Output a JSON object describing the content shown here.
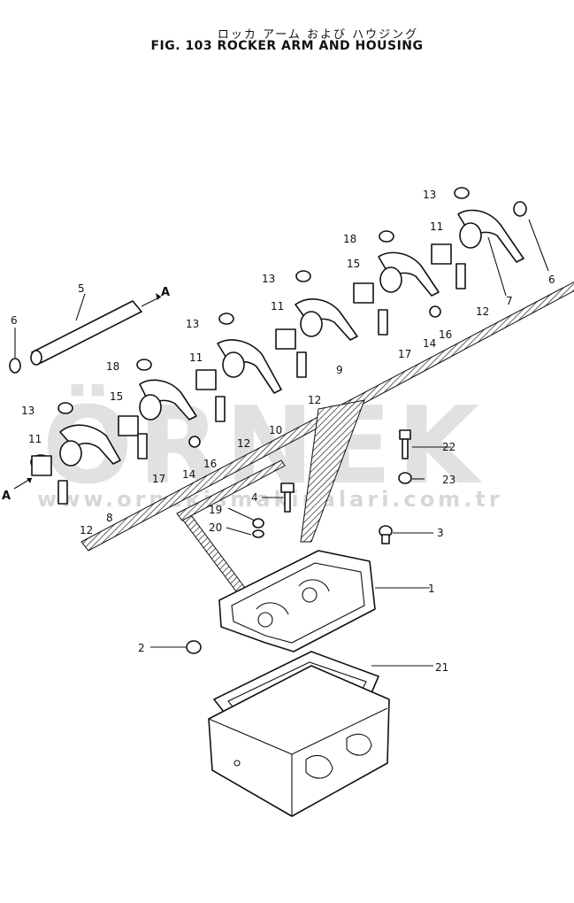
{
  "figure": {
    "title_jp": "ロッカ アーム および ハウジング",
    "title_en": "FIG. 103  ROCKER ARM AND HOUSING"
  },
  "watermark": {
    "brand": "ÖRNEK",
    "url": "www.orneki̇smaki̇nalari.com.tr",
    "color": "#c9c9c9"
  },
  "arrow_labels": [
    "A",
    "A"
  ],
  "callouts": [
    "1",
    "2",
    "3",
    "4",
    "5",
    "6",
    "6",
    "7",
    "8",
    "9",
    "10",
    "11",
    "11",
    "11",
    "11",
    "12",
    "12",
    "12",
    "12",
    "13",
    "13",
    "13",
    "13",
    "14",
    "14",
    "15",
    "15",
    "16",
    "16",
    "17",
    "17",
    "18",
    "18",
    "19",
    "20",
    "21",
    "22",
    "23"
  ]
}
